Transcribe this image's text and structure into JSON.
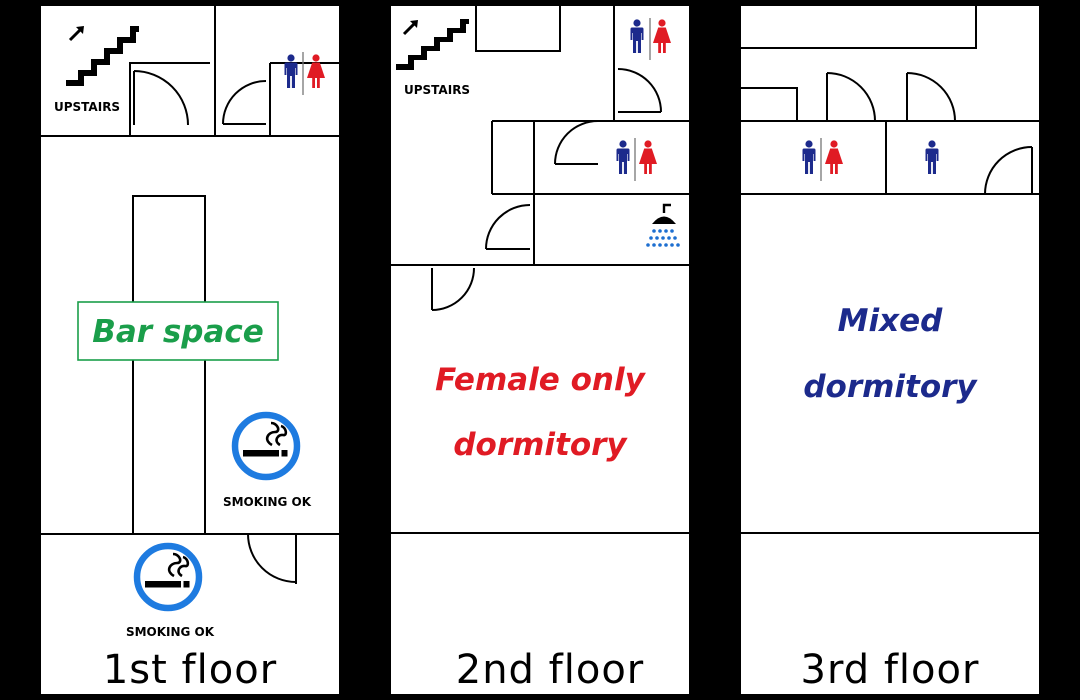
{
  "colors": {
    "background": "#000000",
    "floor": "#ffffff",
    "bar_green": "#1a9e4a",
    "female_red": "#e01b24",
    "mixed_navy": "#1c2a8c",
    "male_blue": "#1c2a8c",
    "smoking_blue": "#1e7be0",
    "shower_blue": "#1e6fd0"
  },
  "floors": [
    {
      "label": "1st floor",
      "rooms": {
        "bar": "Bar space"
      },
      "labels": {
        "upstairs": "UPSTAIRS",
        "smoking_1": "SMOKING OK",
        "smoking_2": "SMOKING OK"
      },
      "icons": [
        "stairs-icon",
        "restroom-icon",
        "no-smoking-icon"
      ]
    },
    {
      "label": "2nd floor",
      "rooms": {
        "line1": "Female only",
        "line2": "dormitory"
      },
      "labels": {
        "upstairs": "UPSTAIRS"
      },
      "icons": [
        "stairs-icon",
        "restroom-icon",
        "shower-icon"
      ]
    },
    {
      "label": "3rd floor",
      "rooms": {
        "line1": "Mixed",
        "line2": "dormitory"
      },
      "icons": [
        "restroom-icon",
        "male-restroom-icon"
      ]
    }
  ]
}
